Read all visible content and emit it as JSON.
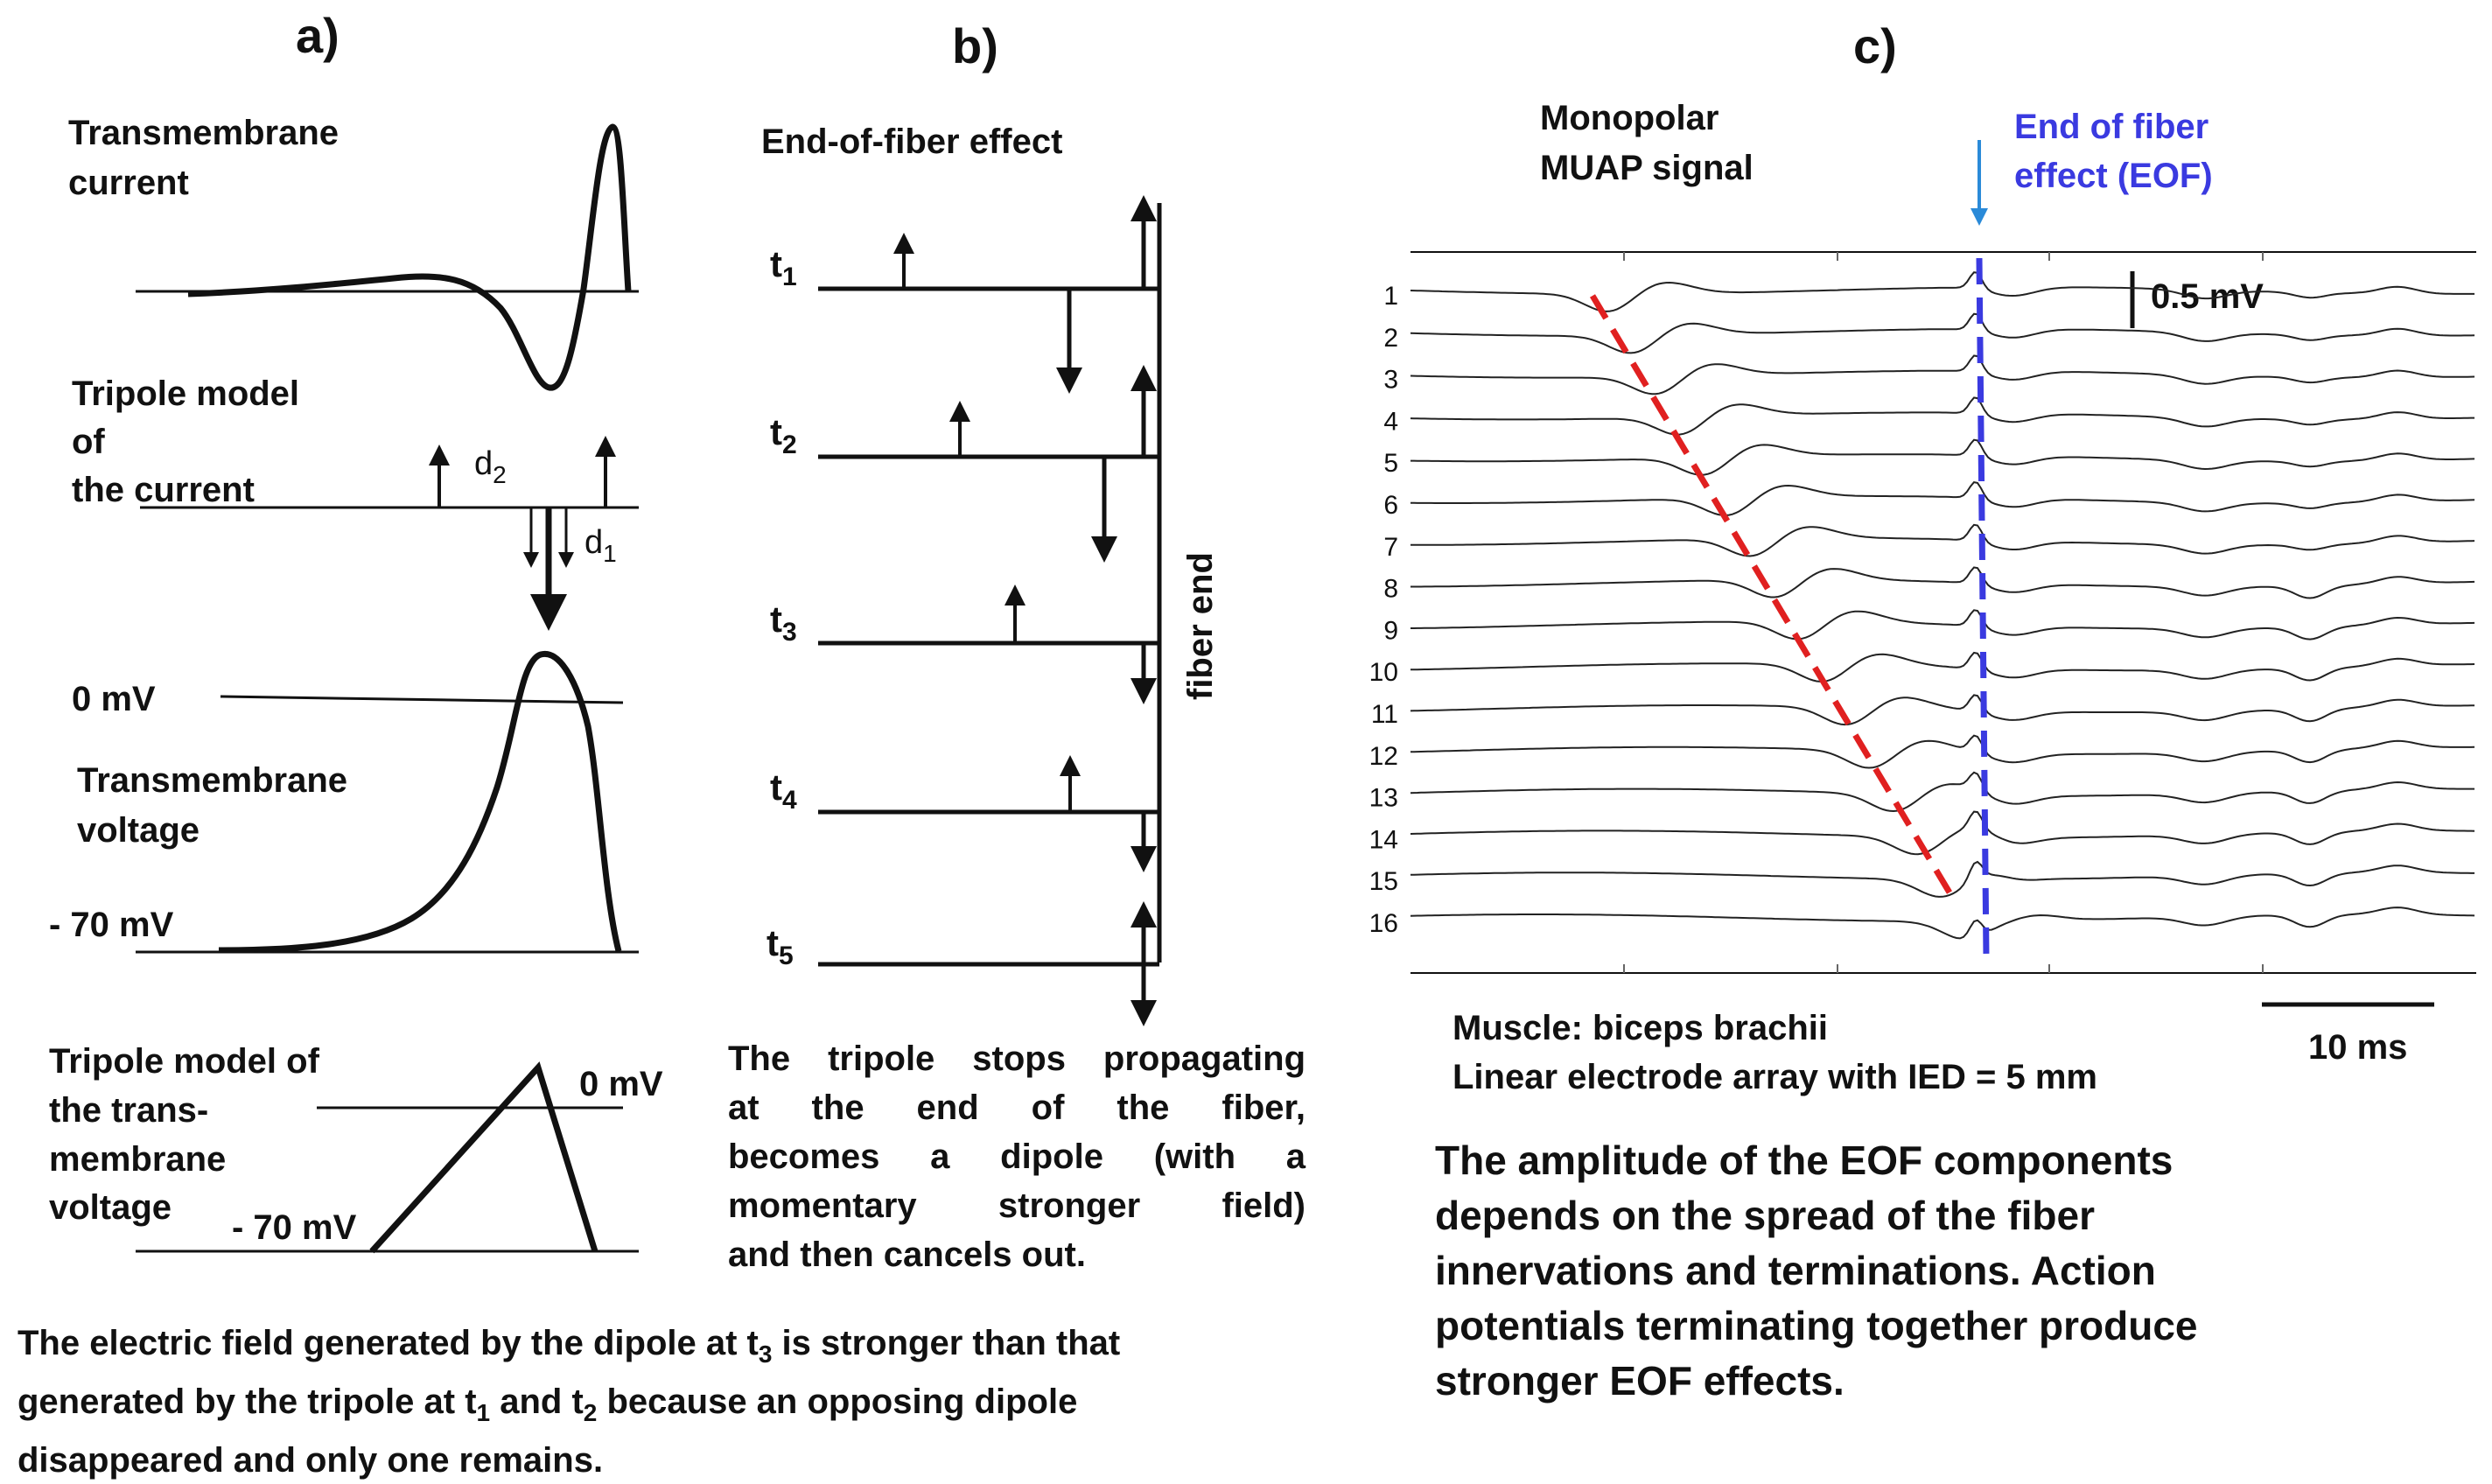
{
  "panels": {
    "a": {
      "label": "a)",
      "transmembrane_current": [
        "Transmembrane",
        "current"
      ],
      "tripole_current": [
        "Tripole model",
        "of",
        "the current"
      ],
      "d2": "d",
      "d2_sub": "2",
      "d1": "d",
      "d1_sub": "1",
      "zero_mv": "0 mV",
      "transmembrane_voltage": [
        "Transmembrane",
        "voltage"
      ],
      "minus70": "- 70 mV",
      "tripole_voltage": [
        "Tripole model of",
        "the trans-",
        "membrane",
        "voltage"
      ],
      "zero_mv_2": "0 mV",
      "minus70_2": "- 70 mV"
    },
    "b": {
      "label": "b)",
      "title": "End-of-fiber effect",
      "times": [
        "t",
        "t",
        "t",
        "t",
        "t"
      ],
      "time_subs": [
        "1",
        "2",
        "3",
        "4",
        "5"
      ],
      "fiber_end": "fiber end",
      "description": [
        "The tripole stops propagating",
        "at the end of the fiber,",
        "becomes a dipole (with a",
        "momentary stronger field)",
        "and then cancels out."
      ]
    },
    "c": {
      "label": "c)",
      "signal_title": [
        "Monopolar",
        "MUAP signal"
      ],
      "eof_title": [
        "End of fiber",
        "effect (EOF)"
      ],
      "scale_mv": "0.5 mV",
      "scale_ms": "10 ms",
      "channels": [
        "1",
        "2",
        "3",
        "4",
        "5",
        "6",
        "7",
        "8",
        "9",
        "10",
        "11",
        "12",
        "13",
        "14",
        "15",
        "16"
      ],
      "muscle": "Muscle: biceps brachii",
      "array": "Linear electrode array with IED = 5 mm",
      "conclusion": [
        "The amplitude of the EOF components",
        "depends on the spread  of the fiber",
        "innervations and terminations. Action",
        "potentials terminating together produce",
        "stronger EOF effects."
      ],
      "colors": {
        "innervation_line": "#e02020",
        "eof_line": "#3a3ae0",
        "arrow": "#2a8ad8"
      }
    }
  },
  "footer": {
    "line1": [
      "The electric field generated by the dipole at t",
      "3",
      " is stronger than that"
    ],
    "line2": [
      "generated by the tripole at t",
      "1",
      " and t",
      "2",
      " because an opposing dipole"
    ],
    "line3": "disappeared and only one remains."
  }
}
